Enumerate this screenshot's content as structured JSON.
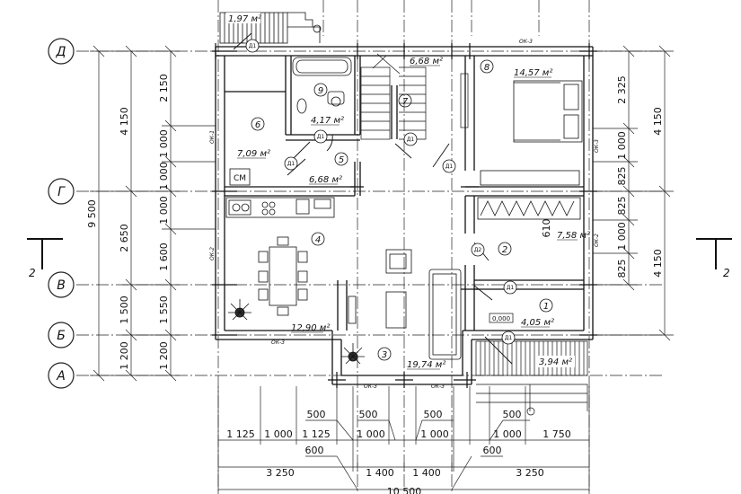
{
  "axes": {
    "rows": [
      "Д",
      "Г",
      "В",
      "Б",
      "А"
    ]
  },
  "left_dimensions": {
    "outer": [
      "4 150",
      "2 650",
      "1 500",
      "1 200"
    ],
    "total": "9 500",
    "inner": [
      "2 150",
      "1 000",
      "1 000",
      "1 000",
      "1 600",
      "1 550",
      "1 200"
    ]
  },
  "right_dimensions": {
    "inner": [
      "2 325",
      "1 000",
      "825",
      "825",
      "1 000",
      "825"
    ],
    "outer": [
      "4 150",
      "4 150"
    ],
    "door_610": "610"
  },
  "bottom_dimensions": {
    "row1": [
      "1 125",
      "1 000",
      "1 125",
      "1 000",
      "1 000",
      "1 000",
      "1 750"
    ],
    "row1_offsets": [
      "500",
      "500",
      "500",
      "500"
    ],
    "row2_offsets": [
      "600",
      "600"
    ],
    "row2": [
      "3 250",
      "1 400",
      "1 400",
      "3 250"
    ],
    "total": "10 500"
  },
  "rooms": [
    {
      "num": "1",
      "area": "4,05 м²"
    },
    {
      "num": "2",
      "area": "7,58 м²"
    },
    {
      "num": "3",
      "area": "19,74 м²"
    },
    {
      "num": "4",
      "area": "12,90 м²"
    },
    {
      "num": "5",
      "area": "6,68 м²"
    },
    {
      "num": "6",
      "area": "7,09 м²"
    },
    {
      "num": "7",
      "area": "6,68 м²"
    },
    {
      "num": "8",
      "area": "14,57 м²"
    },
    {
      "num": "9",
      "area": "4,17 м²"
    }
  ],
  "terrace": {
    "area": "3,94 м²"
  },
  "porch": {
    "area": "1,97 м²"
  },
  "doors": [
    "Д1",
    "Д1",
    "Д1",
    "Д1",
    "Д1",
    "Д2",
    "Д1",
    "Д1",
    "Д1"
  ],
  "window_tags": [
    "ОК-3",
    "ОК-1",
    "ОК-2",
    "ОК-3",
    "ОК-3",
    "ОК-3",
    "ОК-3",
    "ОК-2"
  ],
  "labels": {
    "washer": "СМ",
    "level": "0,000",
    "section": "2"
  }
}
